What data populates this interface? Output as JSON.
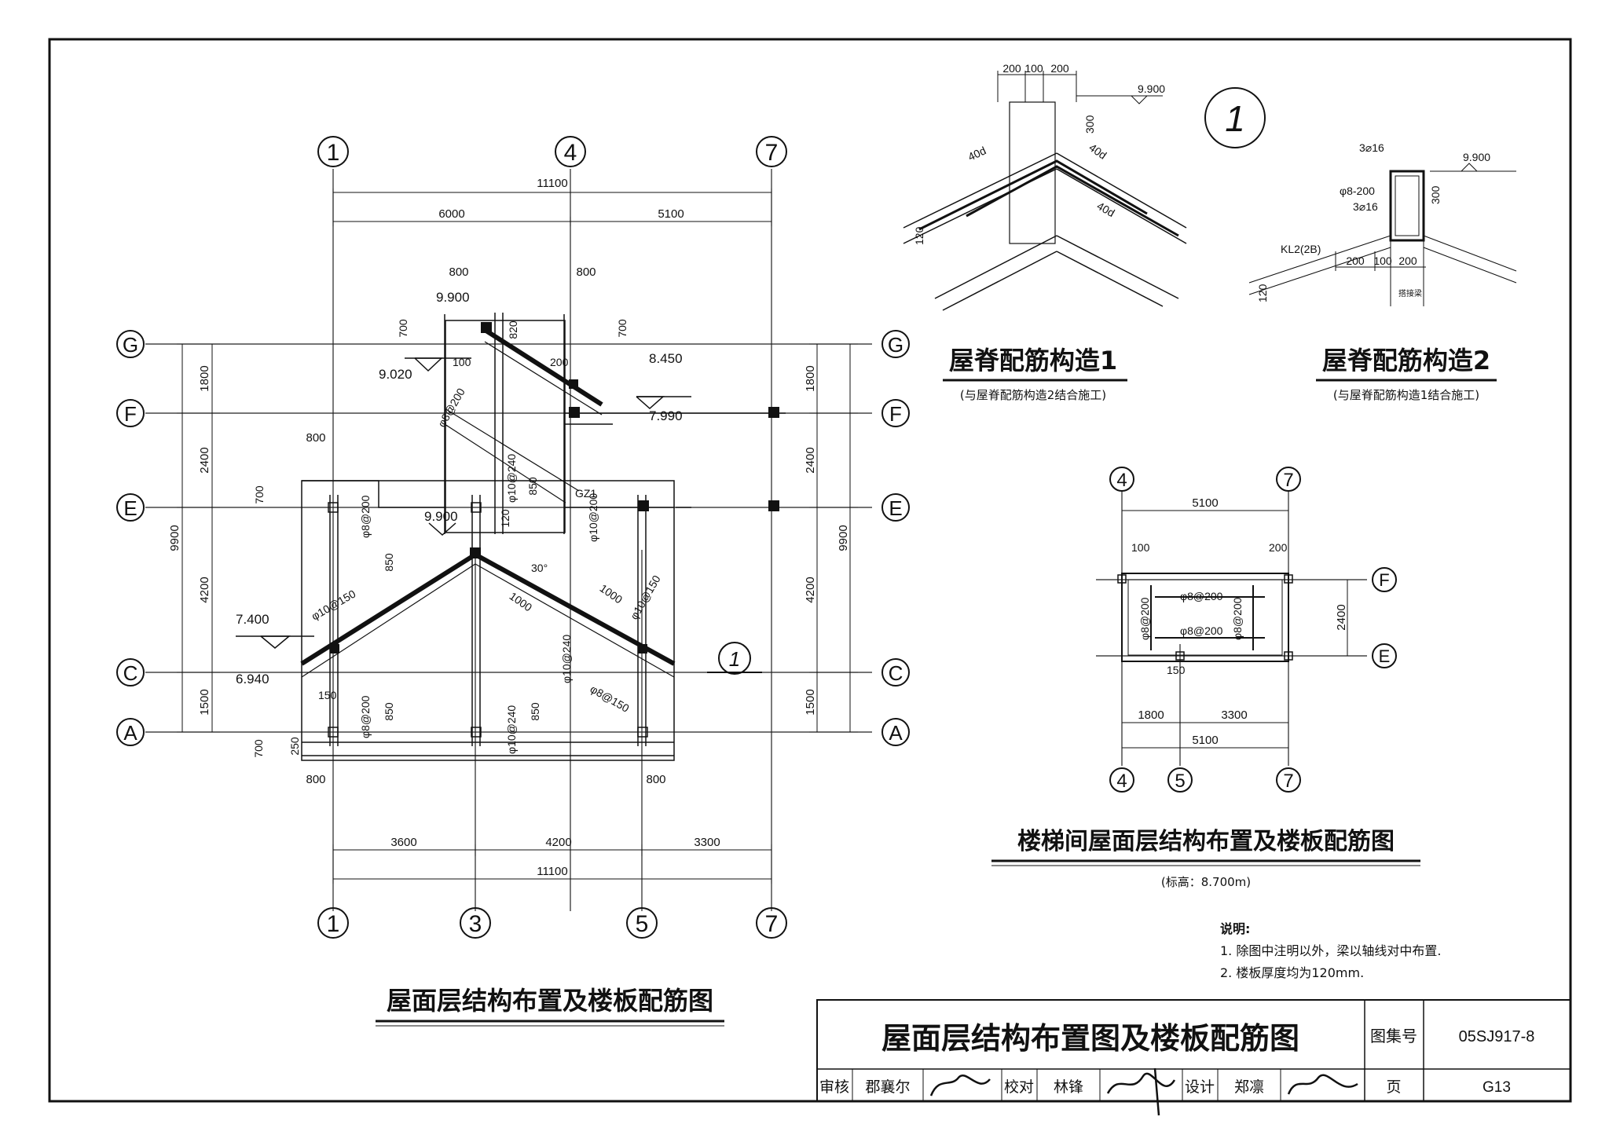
{
  "main_title": "屋面层结构布置及楼板配筋图",
  "axes": {
    "top": [
      "1",
      "4",
      "7"
    ],
    "bottom": [
      "1",
      "3",
      "5",
      "7"
    ],
    "rows": [
      "G",
      "F",
      "E",
      "C",
      "A"
    ],
    "stair_top": [
      "4",
      "7"
    ],
    "stair_bottom": [
      "4",
      "5",
      "7"
    ],
    "stair_rows": [
      "F",
      "E"
    ]
  },
  "dims": {
    "top_total": "11100",
    "top_left": "6000",
    "top_right": "5100",
    "bottom_a": "3600",
    "bottom_b": "4200",
    "bottom_c": "3300",
    "bottom_total": "11100",
    "left_1": "1800",
    "left_2": "2400",
    "left_3": "4200",
    "left_4": "1500",
    "left_total": "9900",
    "right_1": "1800",
    "right_2": "2400",
    "right_3": "4200",
    "right_4": "1500",
    "right_total": "9900",
    "d800a": "800",
    "d800b": "800",
    "d800c": "800",
    "d800d": "800",
    "d800e": "800",
    "d700a": "700",
    "d700b": "700",
    "d700c": "700",
    "d700d": "700",
    "d850a": "850",
    "d850b": "850",
    "d850c": "850",
    "d850d": "850",
    "d1000a": "1000",
    "d1000b": "1000",
    "d820a": "820",
    "d200": "200",
    "d100": "100",
    "d150": "150",
    "d250": "250",
    "d120": "120"
  },
  "elevations": {
    "e9900a": "9.900",
    "e9900b": "9.900",
    "e9020": "9.020",
    "e8450": "8.450",
    "e7990": "7.990",
    "e7400": "7.400",
    "e6940": "6.940"
  },
  "rebar": {
    "r1": "φ8@200",
    "r2": "φ8@200",
    "r3": "φ8@200",
    "r4": "φ10@240",
    "r5": "φ10@240",
    "r6": "φ10@150",
    "r7": "φ10@200",
    "r8": "φ10@150",
    "r9": "φ8@150",
    "r10": "φ10@240",
    "r11": "GZ1",
    "r12": "30°"
  },
  "section_mark": "1",
  "detail1": {
    "title": "屋脊配筋构造1",
    "note": "(与屋脊配筋构造2结合施工)",
    "dims": [
      "200",
      "100",
      "200"
    ],
    "elev": "9.900",
    "lap1": "40d",
    "lap2": "40d",
    "lap3": "40d",
    "d300": "300",
    "d120": "120"
  },
  "detail_circle": "1",
  "detail2": {
    "title": "屋脊配筋构造2",
    "note": "(与屋脊配筋构造1结合施工)",
    "top_bar": "3⌀16",
    "stirrup": "φ8-200",
    "bottom_bar": "3⌀16",
    "beam": "KL2(2B)",
    "dims": [
      "200",
      "100",
      "200"
    ],
    "elev": "9.900",
    "d300": "300",
    "d120": "120",
    "tag": "搭接梁"
  },
  "stair": {
    "title": "楼梯间屋面层结构布置及楼板配筋图",
    "elev_note": "(标高：8.700m)",
    "top_dim": "5100",
    "mid_dim_a": "1800",
    "mid_dim_b": "3300",
    "bottom_dim": "5100",
    "side_dim": "2400",
    "rebar_a": "φ8@200",
    "rebar_b": "φ8@200",
    "rebar_c": "φ8@200",
    "rebar_d": "φ8@200",
    "d100": "100",
    "d200": "200",
    "d150": "150"
  },
  "notes": {
    "heading": "说明:",
    "line1": "1. 除图中注明以外，梁以轴线对中布置.",
    "line2": "2. 楼板厚度均为120mm."
  },
  "titleblock": {
    "title": "屋面层结构布置图及楼板配筋图",
    "atlas_label": "图集号",
    "atlas_no": "05SJ917-8",
    "review_label": "审核",
    "review_name": "郡襄尔",
    "check_label": "校对",
    "check_name": "林锋",
    "design_label": "设计",
    "design_name": "郑凛",
    "page_label": "页",
    "page_no": "G13"
  }
}
